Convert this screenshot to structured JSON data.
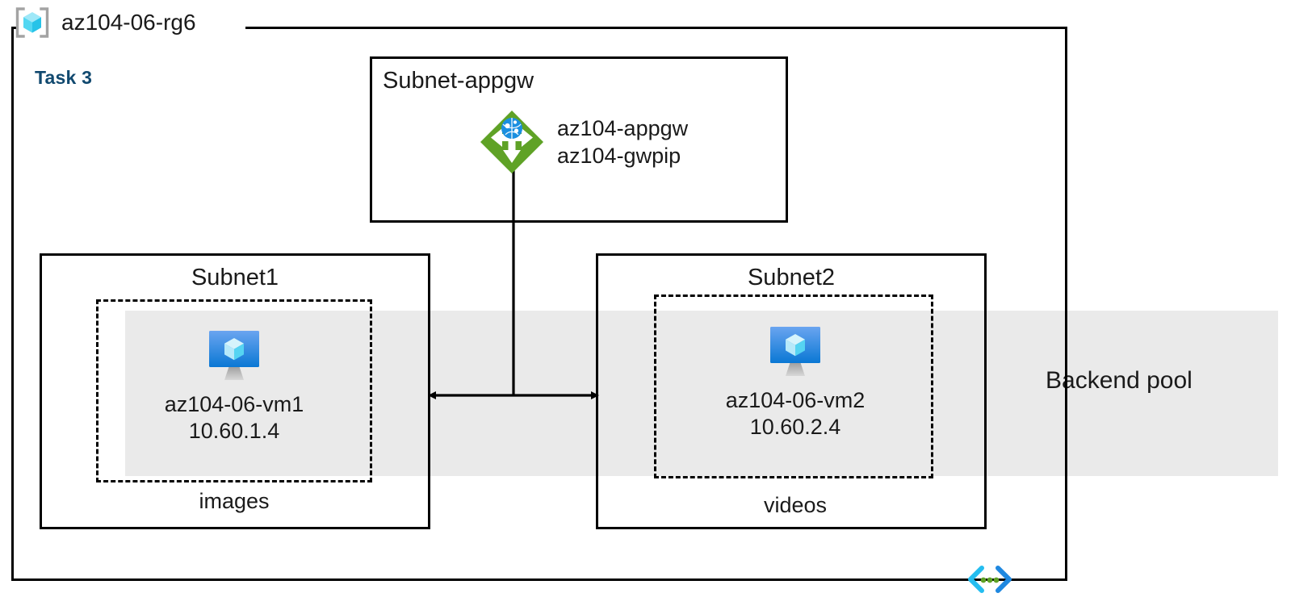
{
  "diagram": {
    "type": "azure-architecture",
    "resource_group": {
      "name": "az104-06-rg6",
      "icon": "resource-group-icon"
    },
    "task": {
      "label": "Task 3",
      "color": "#11496f"
    },
    "backend_pool": {
      "label": "Backend pool",
      "band_color": "#eaeaea"
    },
    "subnets": [
      {
        "id": "subnet-appgw",
        "title": "Subnet-appgw",
        "resource": {
          "icon": "application-gateway-icon",
          "name": "az104-appgw",
          "public_ip": "az104-gwpip",
          "icon_color": "#5fa226"
        }
      },
      {
        "id": "subnet1",
        "title": "Subnet1",
        "vm": {
          "icon": "virtual-machine-icon",
          "name": "az104-06-vm1",
          "ip": "10.60.1.4"
        },
        "storage_caption": "images"
      },
      {
        "id": "subnet2",
        "title": "Subnet2",
        "vm": {
          "icon": "virtual-machine-icon",
          "name": "az104-06-vm2",
          "ip": "10.60.2.4"
        },
        "storage_caption": "videos"
      }
    ],
    "connectors": [
      {
        "from": "az104-appgw",
        "to": "subnet-traffic-bus",
        "style": "solid-line"
      },
      {
        "from": "subnet1",
        "to": "subnet2",
        "style": "double-headed-arrow"
      }
    ],
    "footer_icon": "code-brackets-icon"
  }
}
